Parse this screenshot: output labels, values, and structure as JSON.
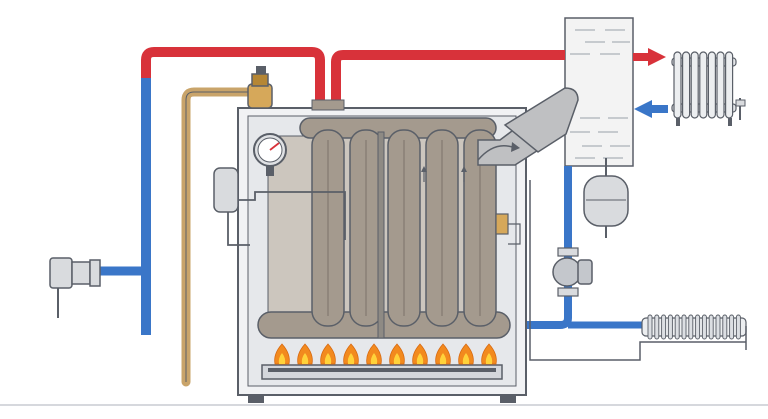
{
  "colors": {
    "background": "#ffffff",
    "hot_pipe": "#d8323a",
    "cold_pipe": "#3a76c8",
    "gas_pipe": "#c9a46a",
    "boiler_casing": "#f1f2f4",
    "outline": "#5a5f68",
    "heat_exchanger": "#a49a8e",
    "heat_exchanger_dark": "#7d736a",
    "flame_outer": "#f28a1e",
    "flame_inner": "#ffd23a",
    "chimney_metal": "#bfc0c2",
    "brick_wall": "#f3f3f3",
    "expansion_tank": "#d9dbde",
    "floor_line": "#c8ccd2"
  },
  "icons": {
    "pressure_gauge": "pressure-gauge-icon",
    "safety_valve": "safety-valve-icon",
    "gas_valve": "gas-valve-icon",
    "circulation_pump": "circulation-pump-icon",
    "radiator": "radiator-icon",
    "expansion_tank": "expansion-tank-icon",
    "thermostat": "thermostat-icon",
    "flow_arrow": "flow-arrow-icon",
    "burner_flame": "flame-icon"
  },
  "diagram": {
    "burner_flame_count": 10,
    "exchanger_section_count": 5,
    "radiator_fin_count": 7,
    "floor_heater_fin_count": 14
  }
}
